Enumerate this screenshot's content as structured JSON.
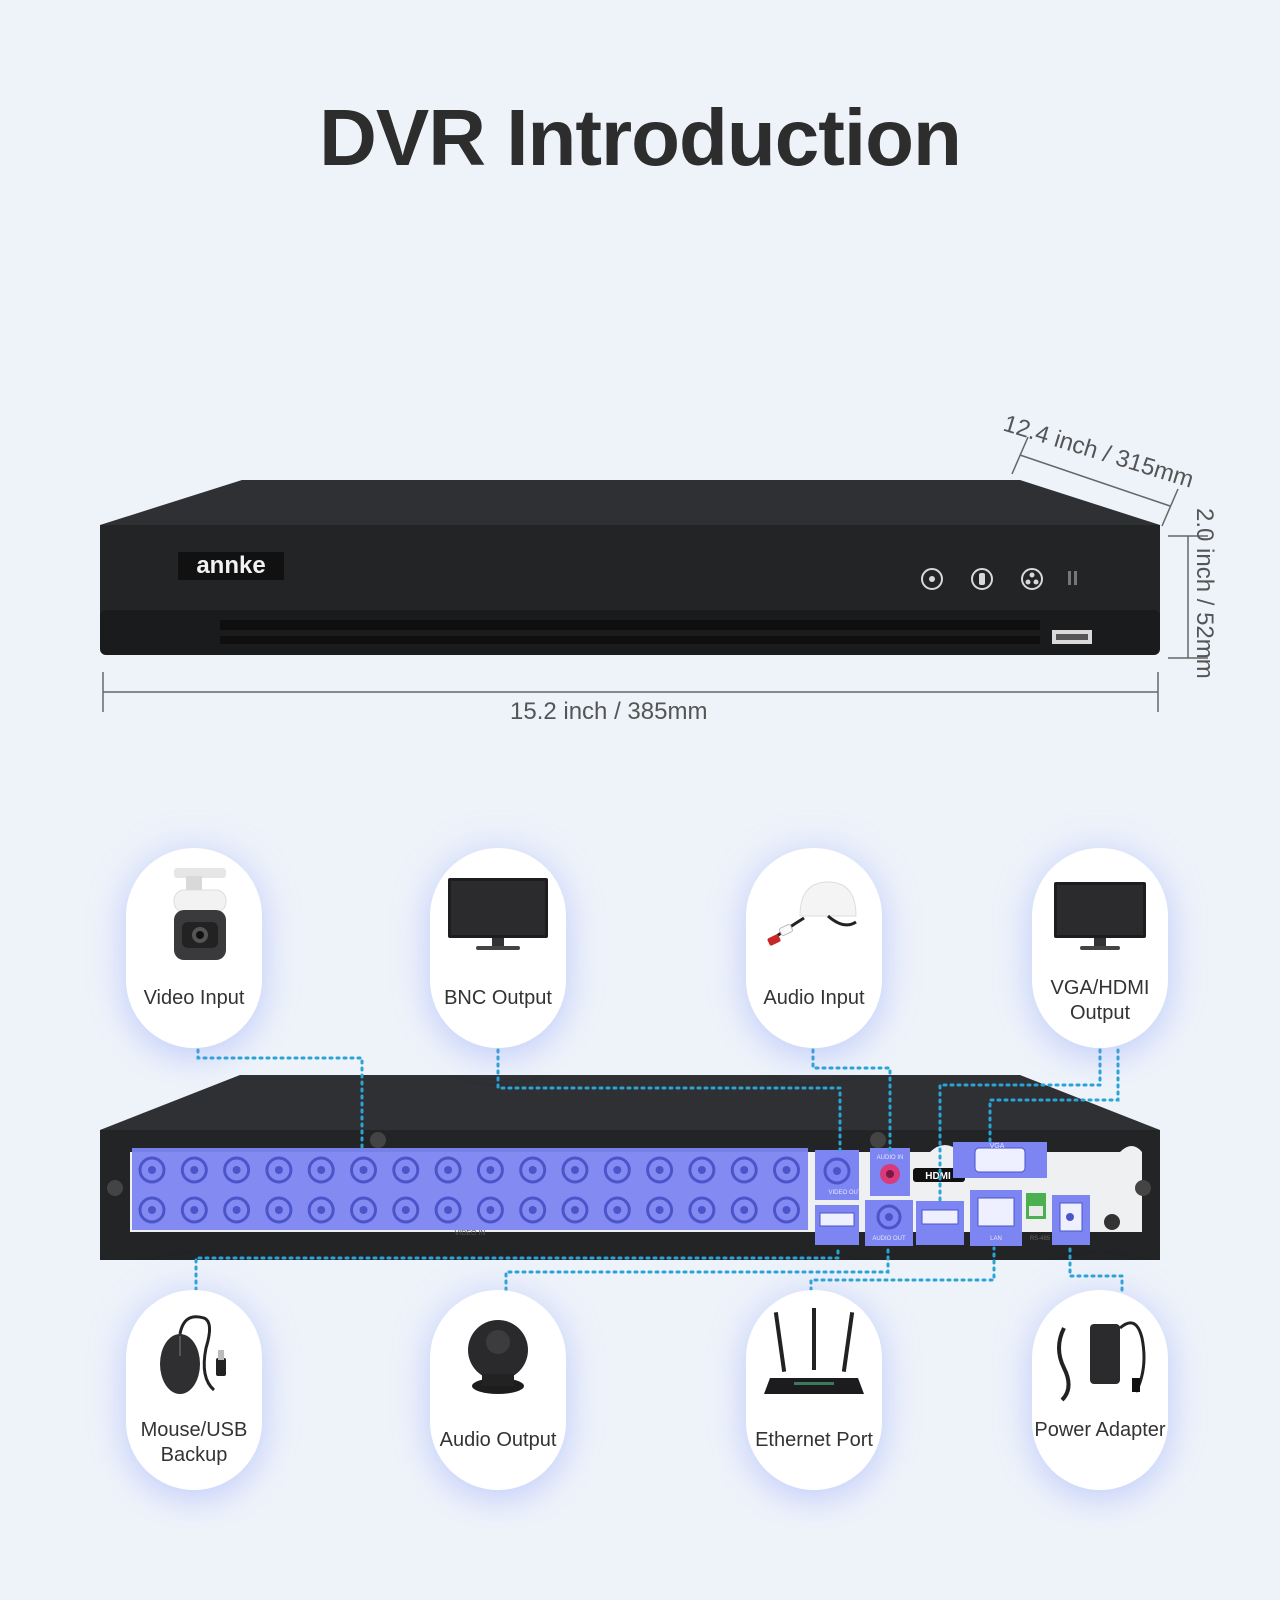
{
  "title": "DVR Introduction",
  "dimensions": {
    "width": "15.2 inch / 385mm",
    "depth": "12.4 inch / 315mm",
    "height": "2.0 inch / 52mm"
  },
  "front_panel": {
    "brand": "annke"
  },
  "rear_panel": {
    "video_in_label": "VIDEO IN",
    "video_out_label": "VIDEO OUT",
    "audio_in_label": "AUDIO IN",
    "audio_out_label": "AUDIO OUT",
    "hdmi_label": "HDMI",
    "vga_label": "VGA",
    "lan_label": "LAN",
    "rs485_label": "RS-485"
  },
  "ports": [
    {
      "label": "Video Input",
      "icon": "camera-icon"
    },
    {
      "label": "BNC Output",
      "icon": "monitor-icon"
    },
    {
      "label": "Audio Input",
      "icon": "microphone-icon"
    },
    {
      "label": "VGA/HDMI Output",
      "icon": "monitor-icon"
    },
    {
      "label": "Mouse/USB Backup",
      "icon": "mouse-icon"
    },
    {
      "label": "Audio Output",
      "icon": "speaker-icon"
    },
    {
      "label": "Ethernet Port",
      "icon": "router-icon"
    },
    {
      "label": "Power Adapter",
      "icon": "power-adapter-icon"
    }
  ],
  "colors": {
    "highlight": "#7c85f2",
    "connector": "#2aa3d6",
    "device": "#2c2c2e",
    "background": "#eef3fa"
  }
}
